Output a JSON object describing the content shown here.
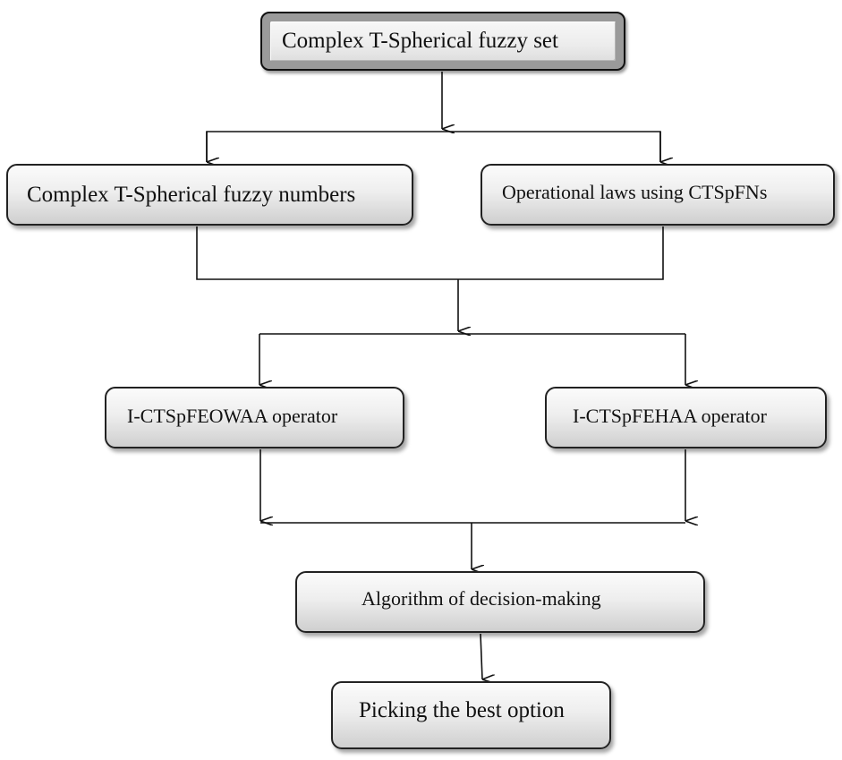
{
  "diagram": {
    "title_box": {
      "label": "Complex T-Spherical fuzzy set"
    },
    "fuzzy_numbers_box": {
      "label": "Complex T-Spherical  fuzzy numbers"
    },
    "operational_laws_box": {
      "label": "Operational laws using CTSpFNs"
    },
    "eowaa_box": {
      "label": "I-CTSpFEOWAA operator"
    },
    "ehaa_box": {
      "label": "I-CTSpFEHAA operator"
    },
    "algorithm_box": {
      "label": "Algorithm of decision-making"
    },
    "best_option_box": {
      "label": "Picking the best option"
    },
    "colors": {
      "line": "#111111",
      "box_border": "#222222",
      "box_gradient_top": "#fbfbfb",
      "box_gradient_bottom": "#cfcfcf"
    }
  }
}
